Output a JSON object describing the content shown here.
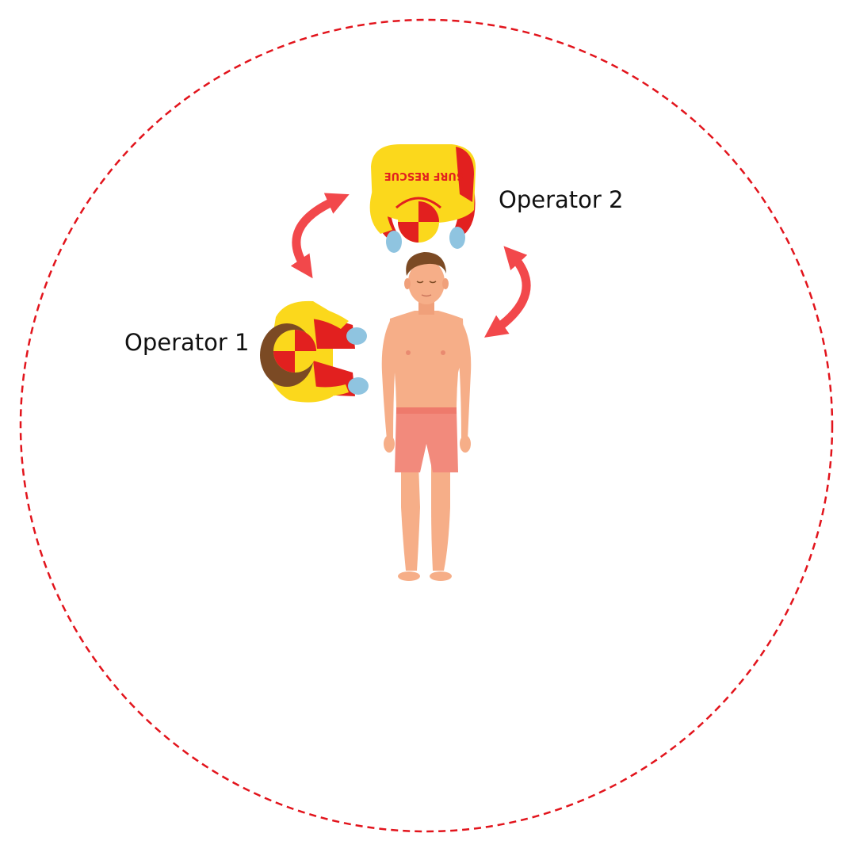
{
  "operators": [
    {
      "label": "Operator 1",
      "vest_text": ""
    },
    {
      "label": "Operator 2",
      "vest_text": "SURF RESCUE"
    }
  ],
  "colors": {
    "safety_zone": "#e2141c",
    "swap_arrow": "#f2484b",
    "uniform_yellow": "#fbd81c",
    "uniform_red": "#e2201f",
    "glove_blue": "#8fc4e0",
    "skin": "#f6ae88",
    "shorts": "#f28a7c",
    "hair": "#7b4a24"
  },
  "icons": [
    "dashed-safety-circle",
    "curved-double-arrow-icon",
    "rescuer-figure-icon",
    "patient-figure-icon"
  ]
}
